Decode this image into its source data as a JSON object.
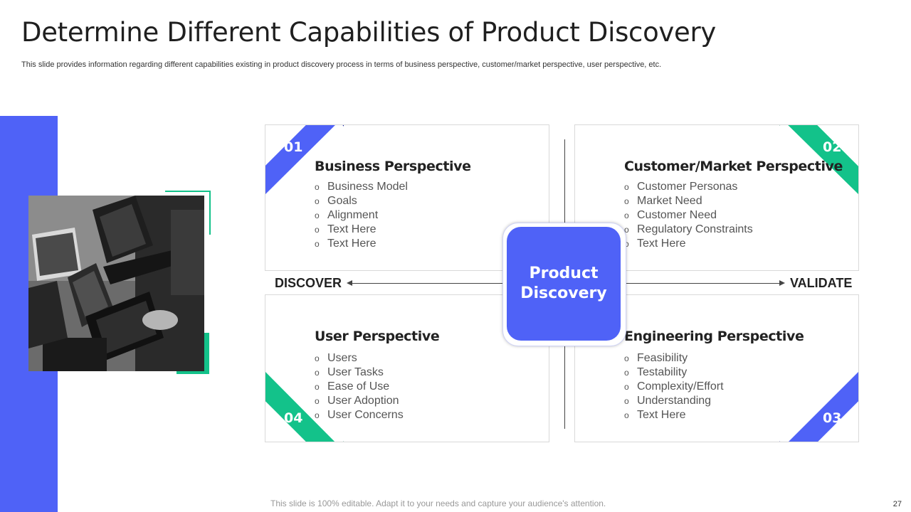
{
  "slide": {
    "title": "Determine Different Capabilities of Product Discovery",
    "subtitle": "This slide provides information regarding different capabilities existing in product discovery process in terms of business perspective, customer/market perspective, user perspective, etc.",
    "footer": "This slide is 100% editable. Adapt it to your needs and capture your audience's attention.",
    "page_number": "27"
  },
  "colors": {
    "accent_blue": "#4f62f7",
    "accent_green": "#13c28a",
    "dark_blue": "#0b1a99",
    "dark_green": "#0a7a56"
  },
  "center": {
    "label": "Product Discovery"
  },
  "axis": {
    "left": "DISCOVER",
    "right": "VALIDATE"
  },
  "bullet_glyph": "o",
  "cards": [
    {
      "number": "01",
      "title": "Business Perspective",
      "items": [
        "Business Model",
        "Goals",
        "Alignment",
        "Text Here",
        "Text Here"
      ]
    },
    {
      "number": "02",
      "title": "Customer/Market Perspective",
      "items": [
        "Customer Personas",
        "Market Need",
        "Customer Need",
        "Regulatory Constraints",
        "Text Here"
      ]
    },
    {
      "number": "04",
      "title": "User Perspective",
      "items": [
        "Users",
        "User Tasks",
        "Ease of Use",
        "User Adoption",
        "User Concerns"
      ]
    },
    {
      "number": "03",
      "title": "Engineering Perspective",
      "items": [
        "Feasibility",
        "Testability",
        "Complexity/Effort",
        "Understanding",
        "Text Here"
      ]
    }
  ],
  "photo": {
    "subject": "laptops-on-table-image"
  }
}
